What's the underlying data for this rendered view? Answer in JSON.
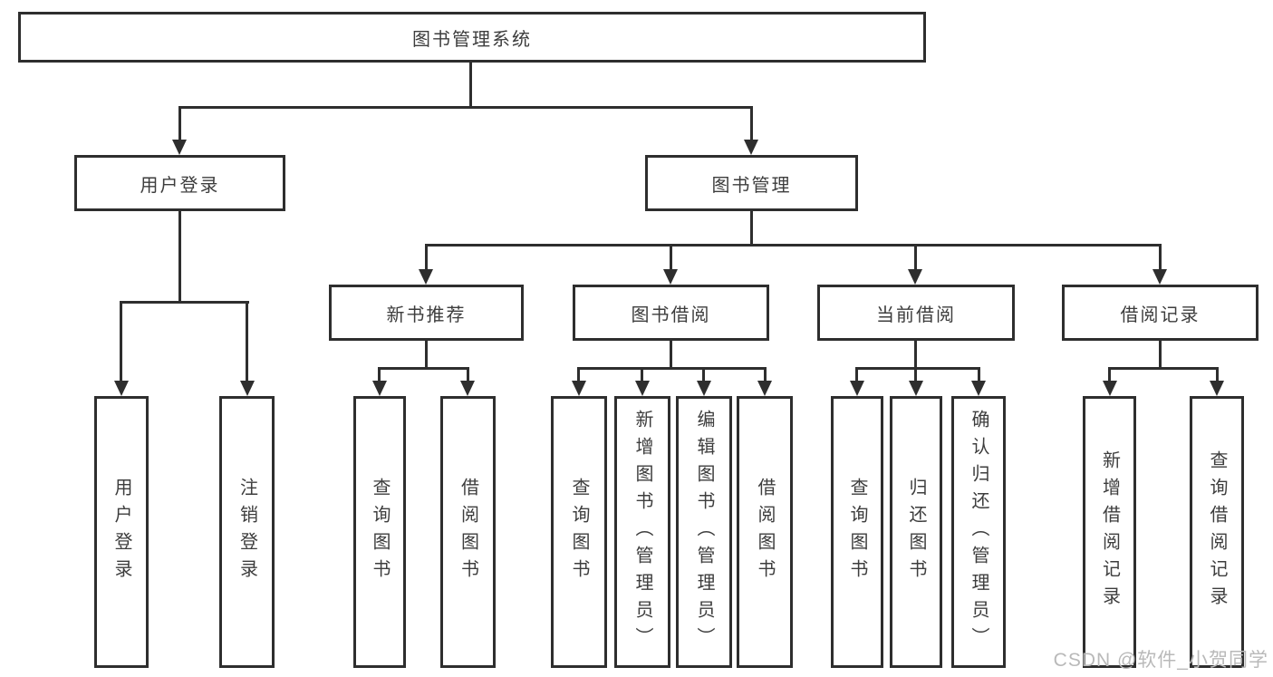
{
  "colors": {
    "line": "#2e2e2e",
    "node_text": "#3d3d3d",
    "watermark": "#b9b9b9"
  },
  "diagram": {
    "root": "图书管理系统",
    "login": {
      "label": "用户登录",
      "children": [
        "用户登录",
        "注销登录"
      ]
    },
    "management": {
      "label": "图书管理",
      "sections": [
        {
          "label": "新书推荐",
          "children": [
            "查询图书",
            "借阅图书"
          ]
        },
        {
          "label": "图书借阅",
          "children": [
            "查询图书",
            "新增图书（管理员）",
            "编辑图书（管理员）",
            "借阅图书"
          ]
        },
        {
          "label": "当前借阅",
          "children": [
            "查询图书",
            "归还图书",
            "确认归还（管理员）"
          ]
        },
        {
          "label": "借阅记录",
          "children": [
            "新增借阅记录",
            "查询借阅记录"
          ]
        }
      ]
    }
  },
  "watermark": "CSDN @软件_小贺同学"
}
